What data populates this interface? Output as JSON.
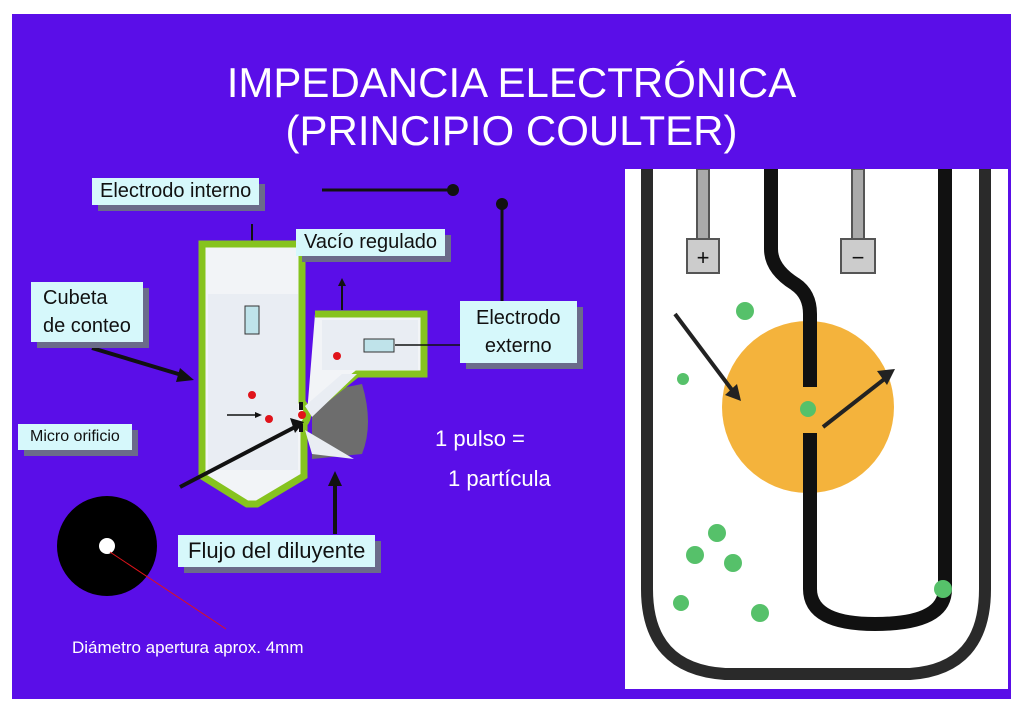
{
  "slide": {
    "title_line1": "IMPEDANCIA ELECTRÓNICA",
    "title_line2": "(PRINCIPIO COULTER)",
    "background_color": "#5a0ee8"
  },
  "labels": {
    "electrodo_interno": "Electrodo interno",
    "vacio_regulado": "Vacío regulado",
    "cubeta_line1": "Cubeta",
    "cubeta_line2": "de conteo",
    "electrodo_externo_line1": "Electrodo",
    "electrodo_externo_line2": "externo",
    "micro_orificio": "Micro orificio",
    "flujo_diluyente": "Flujo del diluyente",
    "pulso_line1": "1 pulso =",
    "pulso_line2": "1 partícula",
    "diametro": "Diámetro apertura aprox. 4mm"
  },
  "electrodes": {
    "positive": "+",
    "negative": "−"
  },
  "colors": {
    "label_fill": "#d6f8fb",
    "chamber_outline": "#86c31e",
    "particle_red": "#e0131a",
    "particle_green": "#56c16a",
    "sensing_zone": "#f4b33c"
  }
}
